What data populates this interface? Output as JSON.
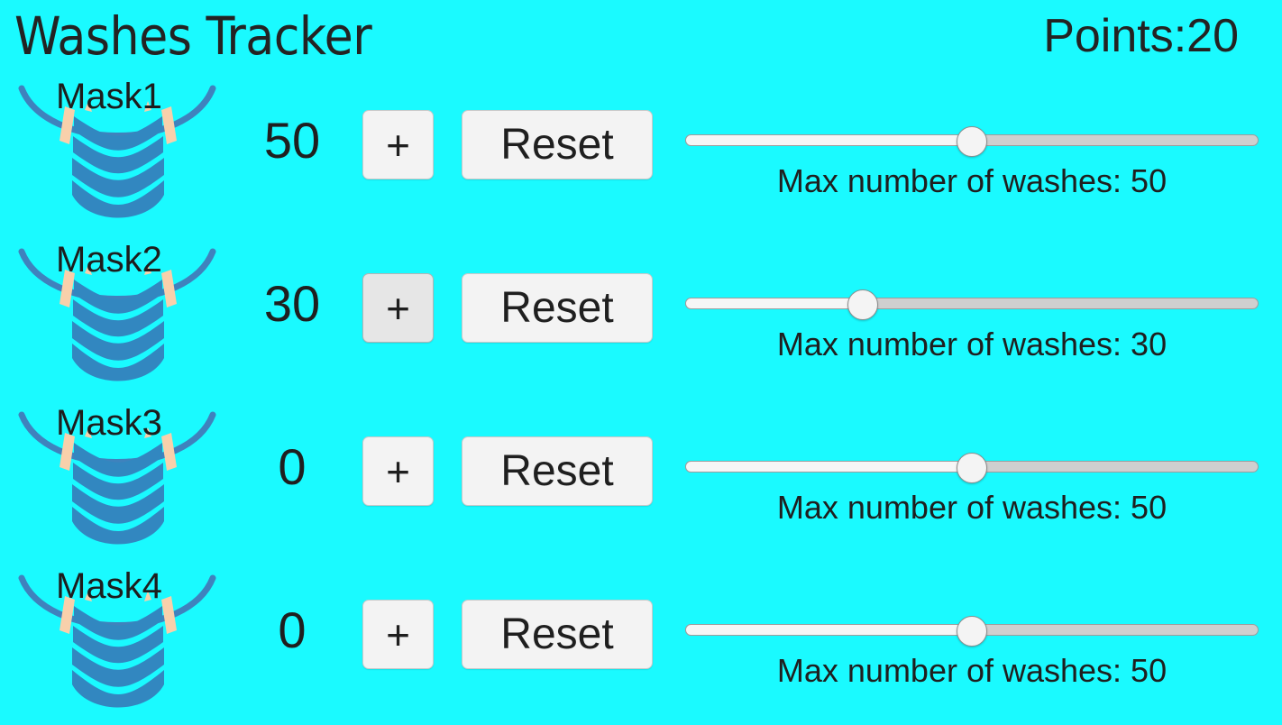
{
  "header": {
    "title": "Washes Tracker",
    "points_label": "Points:20"
  },
  "colors": {
    "background": "#1afaff",
    "mask_body": "#3287c0",
    "mask_outline": "#3f82bd",
    "mask_strap": "#f8d0ab",
    "button_face": "#f3f3f3",
    "button_face_pressed": "#e6e6e6",
    "slider_track": "#cfcfcf",
    "slider_fill": "#f6f6f6",
    "text": "#1f1f1f"
  },
  "rows": [
    {
      "mask_label": "Mask1",
      "mask_icon": "face-mask-icon",
      "count": "50",
      "plus_label": "+",
      "reset_label": "Reset",
      "plus_pressed": false,
      "slider": {
        "caption": "Max number of washes: 50",
        "value": 50,
        "min": 0,
        "max": 100,
        "percent": 50
      }
    },
    {
      "mask_label": "Mask2",
      "mask_icon": "face-mask-icon",
      "count": "30",
      "plus_label": "+",
      "reset_label": "Reset",
      "plus_pressed": true,
      "slider": {
        "caption": "Max number of washes: 30",
        "value": 30,
        "min": 0,
        "max": 100,
        "percent": 31
      }
    },
    {
      "mask_label": "Mask3",
      "mask_icon": "face-mask-icon",
      "count": "0",
      "plus_label": "+",
      "reset_label": "Reset",
      "plus_pressed": false,
      "slider": {
        "caption": "Max number of washes: 50",
        "value": 50,
        "min": 0,
        "max": 100,
        "percent": 50
      }
    },
    {
      "mask_label": "Mask4",
      "mask_icon": "face-mask-icon",
      "count": "0",
      "plus_label": "+",
      "reset_label": "Reset",
      "plus_pressed": false,
      "slider": {
        "caption": "Max number of washes: 50",
        "value": 50,
        "min": 0,
        "max": 100,
        "percent": 50
      }
    }
  ]
}
